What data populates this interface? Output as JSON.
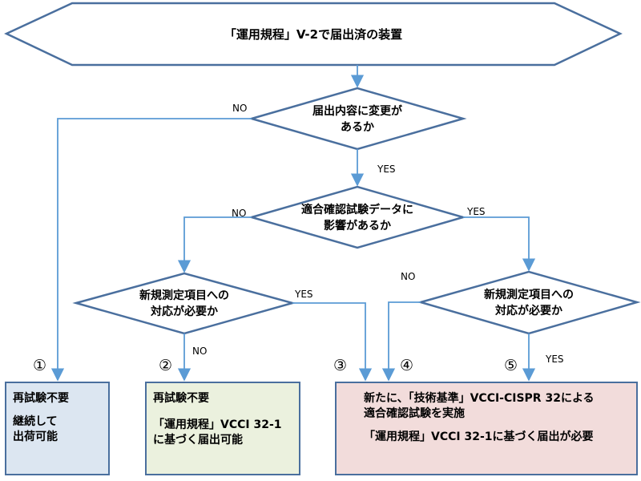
{
  "start": {
    "text": "「運用規程」V-2で届出済の装置"
  },
  "decision1": {
    "line1": "届出内容に変更が",
    "line2": "あるか"
  },
  "decision2": {
    "line1": "適合確認試験データに",
    "line2": "影響があるか"
  },
  "decision3": {
    "line1": "新規測定項目への",
    "line2": "対応が必要か"
  },
  "decision4": {
    "line1": "新規測定項目への",
    "line2": "対応が必要か"
  },
  "labels": {
    "yes": "YES",
    "no": "NO"
  },
  "numbers": [
    "①",
    "②",
    "③",
    "④",
    "⑤"
  ],
  "result1": {
    "line1": "再試験不要",
    "line2": "継続して",
    "line3": "出荷可能"
  },
  "result2": {
    "line1": "再試験不要",
    "line2": "「運用規程」VCCI 32-1",
    "line3": "に基づく届出可能"
  },
  "result3": {
    "line1": "新たに、「技術基準」VCCI-CISPR 32による",
    "line2": "適合確認試験を実施",
    "line3": "「運用規程」VCCI 32-1に基づく届出が必要"
  },
  "colors": {
    "stroke": "#4a6f9e",
    "arrow": "#5b9bd5",
    "result1_fill": "#dce6f1",
    "result2_fill": "#ebf1de",
    "result3_fill": "#f2dcdb"
  }
}
